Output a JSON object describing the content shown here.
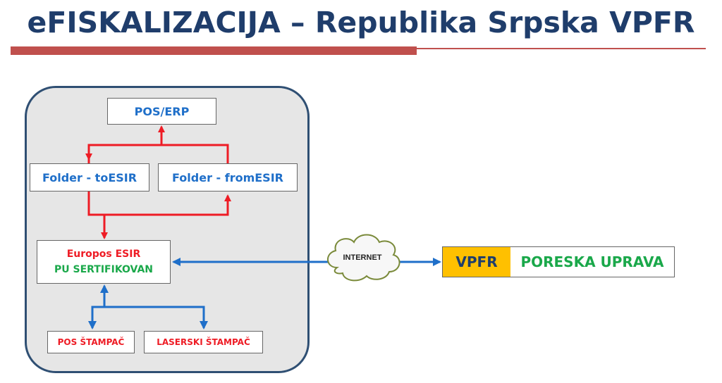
{
  "title": "eFISKALIZACIJA – Republika Srpska VPFR",
  "boxes": {
    "pos_erp": "POS/ERP",
    "folder_to": "Folder - toESIR",
    "folder_from": "Folder - fromESIR",
    "esir_line1": "Europos ESIR",
    "esir_line2": "PU SERTIFIKOVAN",
    "pos_printer": "POS ŠTAMPAČ",
    "laser_printer": "LASERSKI ŠTAMPAČ"
  },
  "cloud": "INTERNET",
  "vpfr": {
    "tag": "VPFR",
    "name": "PORESKA UPRAVA"
  },
  "colors": {
    "title": "#1f3d6b",
    "accent_red": "#c0504d",
    "arrow_red": "#ee1c25",
    "arrow_blue": "#1f6fc9",
    "green": "#1aa84a",
    "vpfr_tag": "#ffc000"
  }
}
